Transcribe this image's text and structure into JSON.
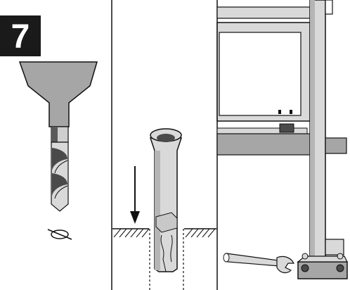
{
  "step": {
    "number": "7"
  },
  "panels": [
    {
      "id": "drill-panel",
      "icons": [
        "drill-bit-icon",
        "diameter-symbol-icon"
      ]
    },
    {
      "id": "anchor-panel",
      "icons": [
        "wall-plug-icon",
        "down-arrow-icon",
        "ground-hatch-icon",
        "drilled-hole-icon"
      ]
    },
    {
      "id": "mount-panel",
      "icons": [
        "frame-post-icon",
        "door-panel-icon",
        "floor-plate-icon",
        "wrench-icon",
        "bolt-icon"
      ]
    }
  ],
  "colors": {
    "line": "#111111",
    "gray_light": "#d9d9d9",
    "gray_mid": "#a6a6a6",
    "gray_dark": "#4a4a4a",
    "badge": "#1a1a1a"
  }
}
